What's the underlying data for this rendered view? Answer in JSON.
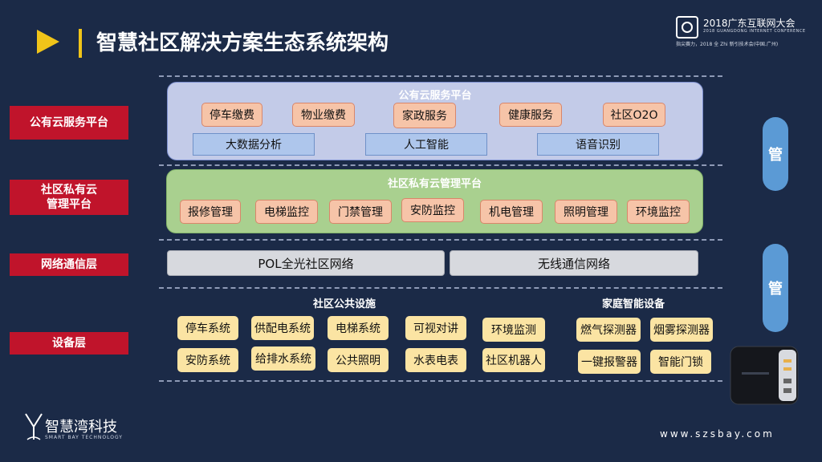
{
  "header": {
    "title": "智慧社区解决方案生态系统架构",
    "event_title": "2018广东互联网大会",
    "event_sub": "2018 GUANGDONG INTERNET CONFERENCE",
    "event_slogan": "指尖赛力，2018 全 Zhi 新引技术会(中国.广州)"
  },
  "layers": {
    "public_cloud": "公有云服务平台",
    "private_cloud": "社区私有云\n管理平台",
    "network": "网络通信层",
    "device": "设备层"
  },
  "public_cloud_panel": {
    "title": "公有云服务平台",
    "services": [
      "停车缴费",
      "物业缴费",
      "家政服务",
      "健康服务",
      "社区O2O"
    ],
    "capabilities": [
      "大数据分析",
      "人工智能",
      "语音识别"
    ]
  },
  "private_cloud_panel": {
    "title": "社区私有云管理平台",
    "items": [
      "报修管理",
      "电梯监控",
      "门禁管理",
      "安防监控",
      "机电管理",
      "照明管理",
      "环境监控"
    ]
  },
  "network_panel": {
    "items": [
      "POL全光社区网络",
      "无线通信网络"
    ]
  },
  "device_panel": {
    "community_title": "社区公共设施",
    "community_row1": [
      "停车系统",
      "供配电系统",
      "电梯系统",
      "可视对讲",
      "环境监测"
    ],
    "community_row2": [
      "安防系统",
      "给排水系统",
      "公共照明",
      "水表电表",
      "社区机器人"
    ],
    "home_title": "家庭智能设备",
    "home_row1": [
      "燃气探测器",
      "烟雾探测器"
    ],
    "home_row2": [
      "一键报警器",
      "智能门锁"
    ]
  },
  "management": [
    "管",
    "管"
  ],
  "footer": {
    "brand_name": "智慧湾科技",
    "brand_en": "SMART BAY TECHNOLOGY",
    "website": "www.szsbay.com"
  },
  "colors": {
    "background": "#1b2a47",
    "layer_label": "#c0142b",
    "accent_bar": "#f0c419",
    "manage": "#5b9ad5"
  }
}
